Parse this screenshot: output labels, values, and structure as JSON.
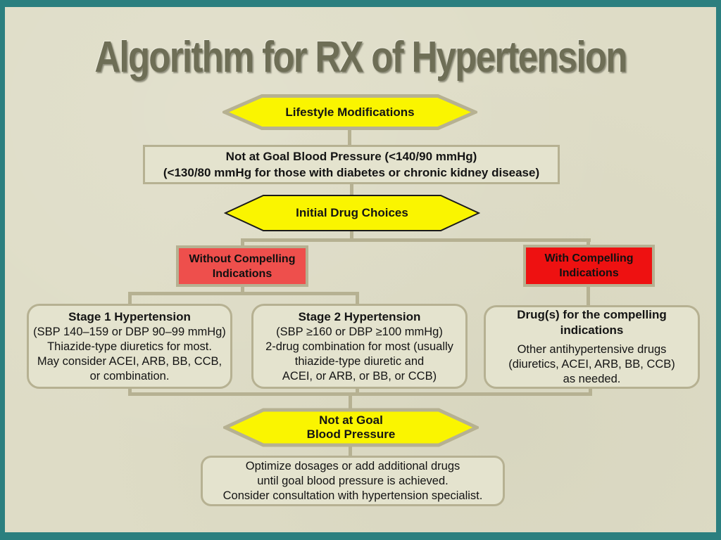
{
  "title": "Algorithm for RX of Hypertension",
  "colors": {
    "frame_teal": "#2B7F7F",
    "slide_background": "#DEDCC6",
    "panel_fill": "#E4E3CE",
    "border_tan": "#B6B192",
    "hexagon_yellow": "#FAF500",
    "salmon_red": "#EE4F4C",
    "bright_red": "#EE1111",
    "title_olive": "#6E6E56",
    "text_black": "#141414"
  },
  "nodes": {
    "lifestyle": {
      "label": "Lifestyle Modifications"
    },
    "goal_bp": {
      "line1": "Not at Goal Blood Pressure (<140/90 mmHg)",
      "line2": "(<130/80 mmHg for those with diabetes or chronic kidney disease)"
    },
    "initial_drug": {
      "label": "Initial Drug Choices"
    },
    "without_compelling": {
      "line1": "Without Compelling",
      "line2": "Indications"
    },
    "with_compelling": {
      "line1": "With Compelling",
      "line2": "Indications"
    },
    "stage1": {
      "heading": "Stage 1 Hypertension",
      "lines": [
        "(SBP 140–159 or DBP 90–99 mmHg)",
        "Thiazide-type diuretics for most.",
        "May consider ACEI, ARB, BB, CCB,",
        "or combination."
      ]
    },
    "stage2": {
      "heading": "Stage 2 Hypertension",
      "lines": [
        "(SBP ≥160 or DBP ≥100 mmHg)",
        "2-drug combination for most (usually",
        "thiazide-type diuretic and",
        "ACEI, or ARB, or BB, or CCB)"
      ]
    },
    "compelling_drugs": {
      "heading1": "Drug(s) for the compelling",
      "heading2": "indications",
      "lines": [
        "Other antihypertensive drugs",
        "(diuretics, ACEI, ARB, BB, CCB)",
        "as needed."
      ]
    },
    "not_at_goal2": {
      "line1": "Not at Goal",
      "line2": "Blood Pressure"
    },
    "optimize": {
      "lines": [
        "Optimize dosages or add additional drugs",
        "until goal blood pressure is achieved.",
        "Consider consultation with hypertension specialist."
      ]
    }
  }
}
